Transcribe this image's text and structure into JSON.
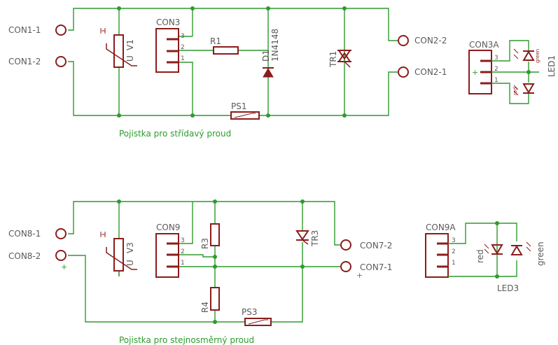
{
  "top": {
    "con1_1": "CON1-1",
    "con1_2": "CON1-2",
    "con2_2": "CON2-2",
    "con2_1": "CON2-1",
    "con3": "CON3",
    "r1": "R1",
    "d1": "D1",
    "d1_part": "1N4148",
    "tr1": "TR1",
    "ps1": "PS1",
    "v1": "V1",
    "v1_u": "U",
    "pin3": "3",
    "pin2": "2",
    "pin1": "1",
    "note": "Pojistka pro střídavý proud"
  },
  "top_led": {
    "con3a": "CON3A",
    "led1": "LED1",
    "green": "green",
    "red": "red",
    "pin3": "3",
    "pin2": "2",
    "pin1": "1",
    "plus": "+"
  },
  "bottom": {
    "con8_1": "CON8-1",
    "con8_2": "CON8-2",
    "con7_2": "CON7-2",
    "con7_1": "CON7-1",
    "con9": "CON9",
    "r3": "R3",
    "r4": "R4",
    "tr3": "TR3",
    "ps3": "PS3",
    "v3": "V3",
    "v3_u": "U",
    "pin3": "3",
    "pin2": "2",
    "pin1": "1",
    "plus_left": "+",
    "plus_right": "+",
    "note": "Pojistka pro stejnosměrný proud"
  },
  "bottom_led": {
    "con9a": "CON9A",
    "led3": "LED3",
    "red": "red",
    "green": "green",
    "pin3": "3",
    "pin2": "2",
    "pin1": "1"
  },
  "colors": {
    "wire": "#2f9a2f",
    "component": "#8b1c1c",
    "label": "#5a5a5a",
    "note": "#2c9c2c"
  }
}
